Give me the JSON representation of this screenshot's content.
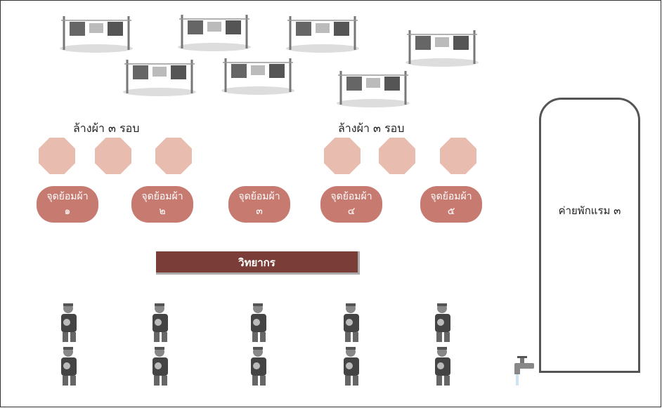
{
  "wash_labels": [
    "ล้างผ้า ๓ รอบ",
    "ล้างผ้า ๓ รอบ"
  ],
  "dye_points": [
    {
      "line1": "จุดย้อมผ้า",
      "line2": "๑"
    },
    {
      "line1": "จุดย้อมผ้า",
      "line2": "๒"
    },
    {
      "line1": "จุดย้อมผ้า",
      "line2": "๓"
    },
    {
      "line1": "จุดย้อมผ้า",
      "line2": "๔"
    },
    {
      "line1": "จุดย้อมผ้า",
      "line2": "๕"
    }
  ],
  "speaker_label": "วิทยากร",
  "camp_label": "ค่ายพักแรม ๓",
  "colors": {
    "octagon": "#e8bdb0",
    "dye_point": "#c77a70",
    "speaker_bar": "#7a3d37"
  },
  "icons": [
    "clothesline-icon",
    "person-icon",
    "faucet-icon"
  ]
}
